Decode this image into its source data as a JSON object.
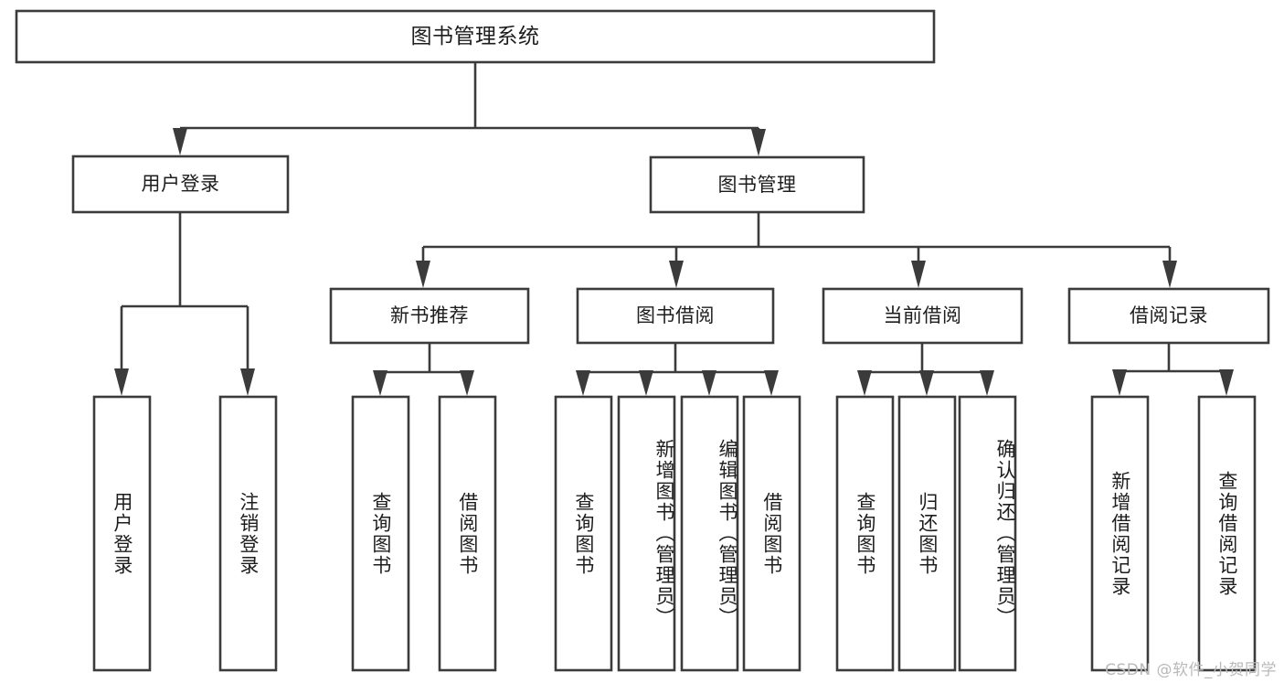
{
  "diagram": {
    "title": "图书管理系统",
    "type": "tree-hierarchy-chart",
    "watermark": "CSDN @软件_小贺同学",
    "colors": {
      "stroke": "#3b3b3b",
      "box_fill": "#ffffff",
      "text": "#1d1d1d",
      "background": "#ffffff",
      "watermark": "#b9b9b9"
    },
    "levels": {
      "root": {
        "label": "图书管理系统"
      },
      "level2": [
        {
          "id": "user-login",
          "label": "用户登录"
        },
        {
          "id": "book-manage",
          "label": "图书管理"
        }
      ],
      "level3": [
        {
          "id": "new-book-rec",
          "label": "新书推荐",
          "parent": "book-manage"
        },
        {
          "id": "book-borrow",
          "label": "图书借阅",
          "parent": "book-manage"
        },
        {
          "id": "current-borrow",
          "label": "当前借阅",
          "parent": "book-manage"
        },
        {
          "id": "borrow-record",
          "label": "借阅记录",
          "parent": "book-manage"
        }
      ],
      "leaves": [
        {
          "id": "leaf-user-login",
          "label": "用户登录",
          "parent": "user-login"
        },
        {
          "id": "leaf-logout",
          "label": "注销登录",
          "parent": "user-login"
        },
        {
          "id": "leaf-query-book-1",
          "label": "查询图书",
          "parent": "new-book-rec"
        },
        {
          "id": "leaf-borrow-book-1",
          "label": "借阅图书",
          "parent": "new-book-rec"
        },
        {
          "id": "leaf-query-book-2",
          "label": "查询图书",
          "parent": "book-borrow"
        },
        {
          "id": "leaf-add-book",
          "label": "新增图书（管理员）",
          "parent": "book-borrow"
        },
        {
          "id": "leaf-edit-book",
          "label": "编辑图书（管理员）",
          "parent": "book-borrow"
        },
        {
          "id": "leaf-borrow-book-2",
          "label": "借阅图书",
          "parent": "book-borrow"
        },
        {
          "id": "leaf-query-book-3",
          "label": "查询图书",
          "parent": "current-borrow"
        },
        {
          "id": "leaf-return-book",
          "label": "归还图书",
          "parent": "current-borrow"
        },
        {
          "id": "leaf-confirm-return",
          "label": "确认归还（管理员）",
          "parent": "current-borrow"
        },
        {
          "id": "leaf-add-record",
          "label": "新增借阅记录",
          "parent": "borrow-record"
        },
        {
          "id": "leaf-query-record",
          "label": "查询借阅记录",
          "parent": "borrow-record"
        }
      ]
    }
  }
}
